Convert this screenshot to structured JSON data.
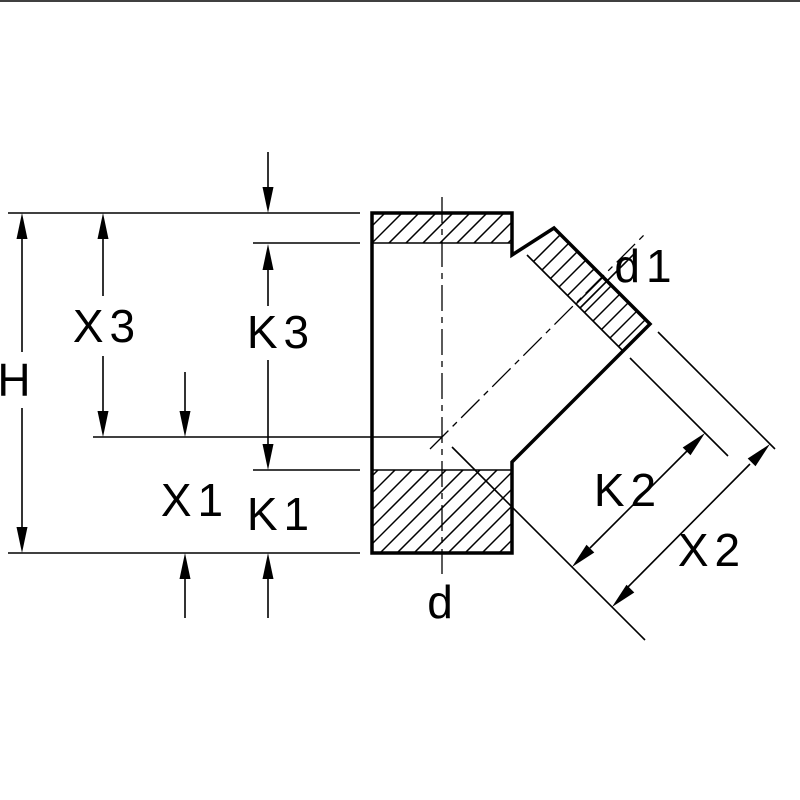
{
  "colors": {
    "line": "#000000",
    "background": "#ffffff"
  },
  "labels": {
    "h": "H",
    "x3": "X3",
    "k3": "K3",
    "x1": "X1",
    "k1": "K1",
    "d": "d",
    "d1": "d1",
    "k2": "K2",
    "x2": "X2"
  }
}
